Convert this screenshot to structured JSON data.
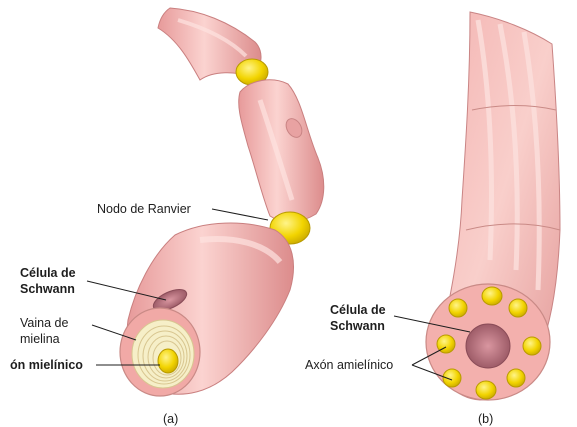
{
  "labels": {
    "node_of_ranvier": "Nodo de Ranvier",
    "schwann_cell_a_line1": "Célula de",
    "schwann_cell_a_line2": "Schwann",
    "myelin_sheath_line1": "Vaina de",
    "myelin_sheath_line2": "mielina",
    "myelinated_axon": "ón mielínico",
    "schwann_cell_b_line1": "Célula de",
    "schwann_cell_b_line2": "Schwann",
    "unmyelinated_axon": "Axón amielínico",
    "panel_a": "(a)",
    "panel_b": "(b)"
  },
  "colors": {
    "tissue": "#f0a8a8",
    "tissue_highlight": "#fbd6d3",
    "tissue_shadow": "#d98686",
    "node_yellow": "#f0d400",
    "myelin_cream": "#f6efc8",
    "nucleus": "#b87a84"
  }
}
